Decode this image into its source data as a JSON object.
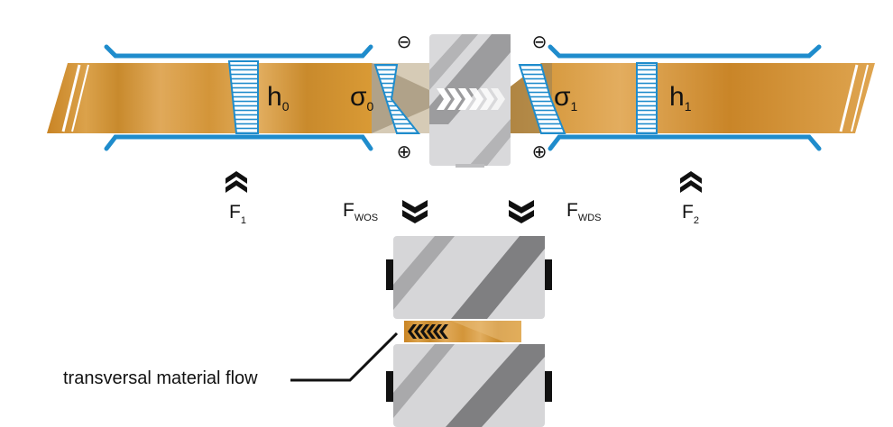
{
  "labels": {
    "h0": {
      "main": "h",
      "sub": "0"
    },
    "sigma0": {
      "main": "σ",
      "sub": "0"
    },
    "sigma1": {
      "main": "σ",
      "sub": "1"
    },
    "h1": {
      "main": "h",
      "sub": "1"
    },
    "f1": {
      "main": "F",
      "sub": "1"
    },
    "f2": {
      "main": "F",
      "sub": "2"
    },
    "fwos": {
      "main": "F",
      "sub": "WOS"
    },
    "fwds": {
      "main": "F",
      "sub": "WDS"
    },
    "minus_left": "⊖",
    "minus_right": "⊖",
    "plus_left": "⊕",
    "plus_right": "⊕",
    "caption": "transversal material flow"
  },
  "colors": {
    "strip": "#d99a35",
    "strip_dark": "#c98424",
    "tension_blue": "#1f8ccc",
    "roll_light": "#d6d6d8",
    "roll_mid": "#a9a9ab",
    "roll_dark": "#7f7f81",
    "chuck": "#111111"
  },
  "icons": {
    "up_arrows": "double-chevron-up-icon",
    "down_arrows": "double-chevron-down-icon",
    "flow_arrows": "chevrons-right-icon",
    "transverse_arrows": "chevrons-left-icon"
  }
}
